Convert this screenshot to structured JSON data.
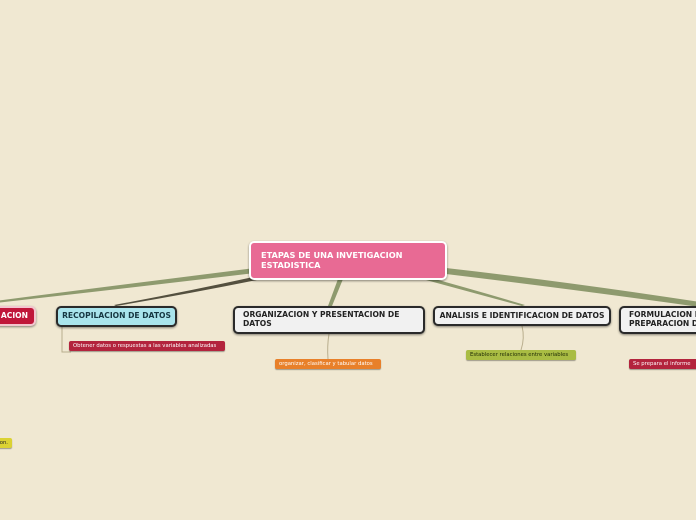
{
  "central": {
    "title": "ETAPAS DE UNA INVETIGACION ESTADISTICA"
  },
  "branches": {
    "left_partial": "ACION",
    "recopilacion": "RECOPILACION DE DATOS",
    "organizacion": "ORGANIZACION Y PRESENTACION DE DATOS",
    "analisis": "ANALISIS E IDENTIFICACION DE DATOS",
    "formulacion": "FORMULACION DE PREPARACION DE"
  },
  "subtopics": {
    "recopilacion": "Obtener datos o respuestas a las variables analizadas",
    "organizacion": "organizar, clasificar y tabular datos",
    "analisis": "Establecer relaciones entre variables",
    "formulacion": "Se prepara el informe",
    "left_partial": "ion."
  },
  "colors": {
    "background": "#f0e8d2",
    "central": "#e86a94",
    "connector": "#8e9a6e",
    "connector_dark": "#54503f",
    "red": "#c0173a",
    "cyan": "#a9e4ec",
    "orange": "#e8802a",
    "olive": "#a9bc43",
    "yellow": "#dbd233"
  }
}
